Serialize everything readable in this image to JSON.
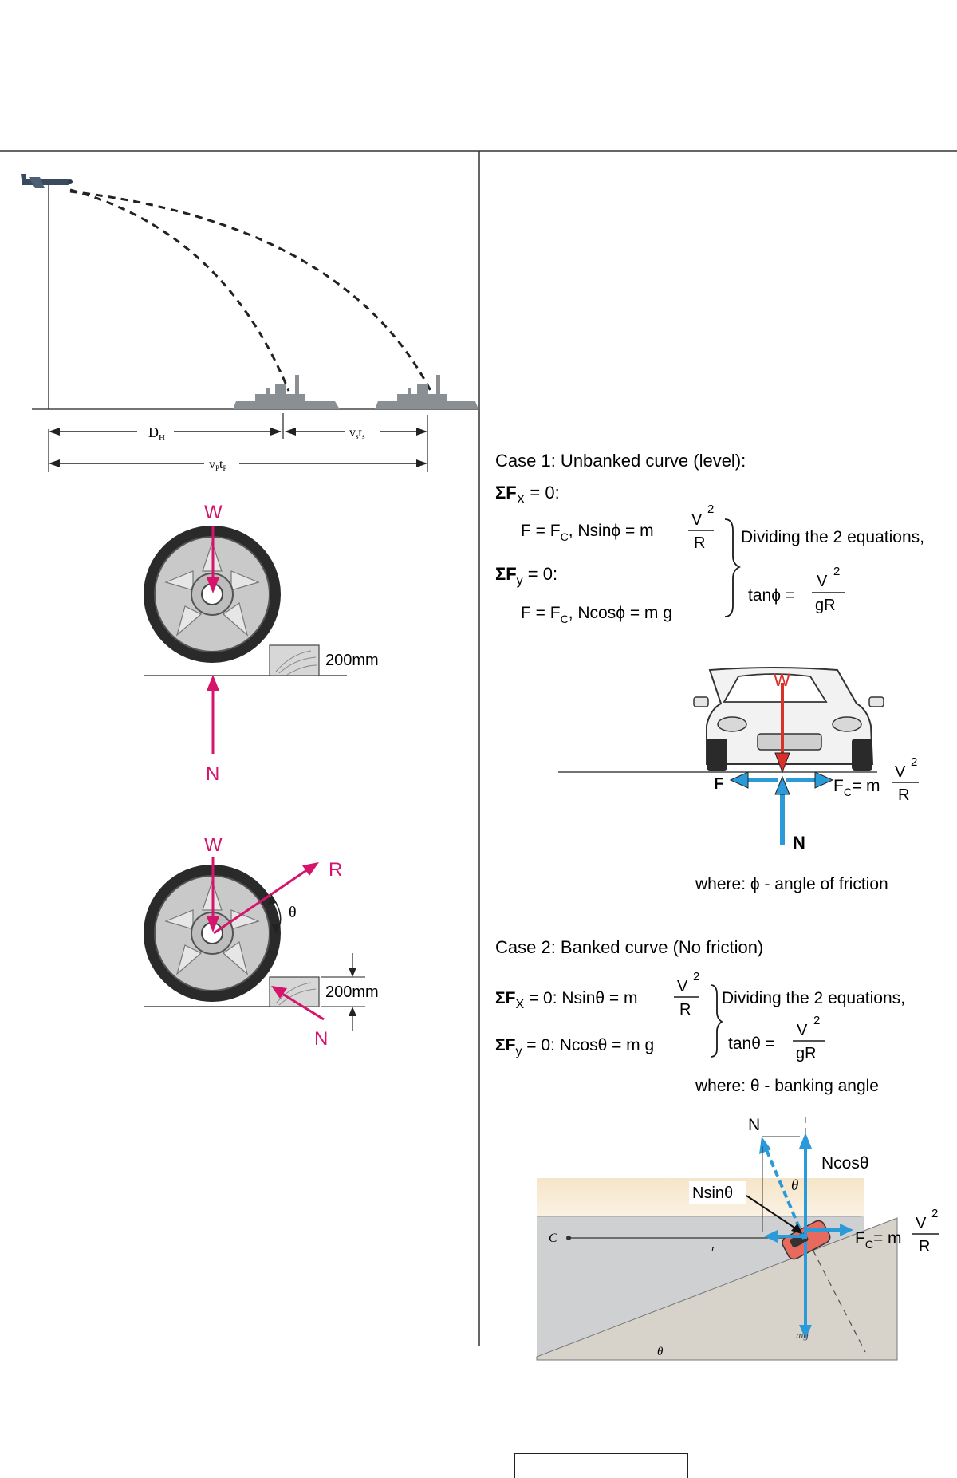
{
  "projectile": {
    "label_dh": "D",
    "label_dh_sub": "H",
    "label_vsts": "v",
    "label_vsts_sub1": "s",
    "label_vsts_t": "t",
    "label_vsts_sub2": "s",
    "label_vptp": "v",
    "label_vptp_sub1": "P",
    "label_vptp_t": "t",
    "label_vptp_sub2": "P"
  },
  "wheel1": {
    "w": "W",
    "n": "N",
    "height": "200mm"
  },
  "wheel2": {
    "w": "W",
    "r": "R",
    "n": "N",
    "theta": "θ",
    "height": "200mm"
  },
  "case1": {
    "title": "Case 1: Unbanked curve (level):",
    "sumfx": "ΣF",
    "sumfx_sub": "X",
    "sumfx_rest": " = 0:",
    "eq1_left": "F = F",
    "eq1_left_sub": "C",
    "eq1_mid": ",   Nsinϕ  = m",
    "sumfy": "ΣF",
    "sumfy_sub": "y",
    "sumfy_rest": " = 0:",
    "eq2_left": "F = F",
    "eq2_left_sub": "C",
    "eq2_mid": ",   Ncosϕ = m g",
    "frac_num": "V",
    "frac_exp": "2",
    "frac_den": "R",
    "dividing": "Dividing the 2 equations,",
    "tan": "tanϕ  =",
    "tan_num": "V",
    "tan_exp": "2",
    "tan_den": "gR",
    "car_w": "W",
    "car_f": "F",
    "car_fc": "F",
    "car_fc_sub": "C",
    "car_fc_rest": "= m",
    "car_n": "N",
    "where": "where:   ϕ  - angle of friction"
  },
  "case2": {
    "title": "Case 2: Banked curve (No friction)",
    "sumfx": "ΣF",
    "sumfx_sub": "X",
    "sumfx_rest": " = 0:  Nsinθ  = m",
    "sumfy": "ΣF",
    "sumfy_sub": "y",
    "sumfy_rest": " = 0:  Ncosθ = m g",
    "frac_num": "V",
    "frac_exp": "2",
    "frac_den": "R",
    "dividing": "Dividing the 2 equations,",
    "tan": "tanθ  =",
    "tan_num": "V",
    "tan_exp": "2",
    "tan_den": "gR",
    "where": "where:   θ  - banking angle",
    "diag_n": "N",
    "diag_ncos": "Ncosθ",
    "diag_nsin": "Nsinθ",
    "diag_theta": "θ",
    "diag_c": "C",
    "diag_r": "r",
    "diag_fc": "F",
    "diag_fc_sub": "C",
    "diag_fc_rest": "= m",
    "diag_mg": "mg",
    "diag_theta2": "θ"
  },
  "colors": {
    "magenta": "#d6146b",
    "blue": "#2b9ad8",
    "red": "#d9302a",
    "wheel_dark": "#2a2a2a",
    "wheel_rim": "#b8b8b8"
  }
}
